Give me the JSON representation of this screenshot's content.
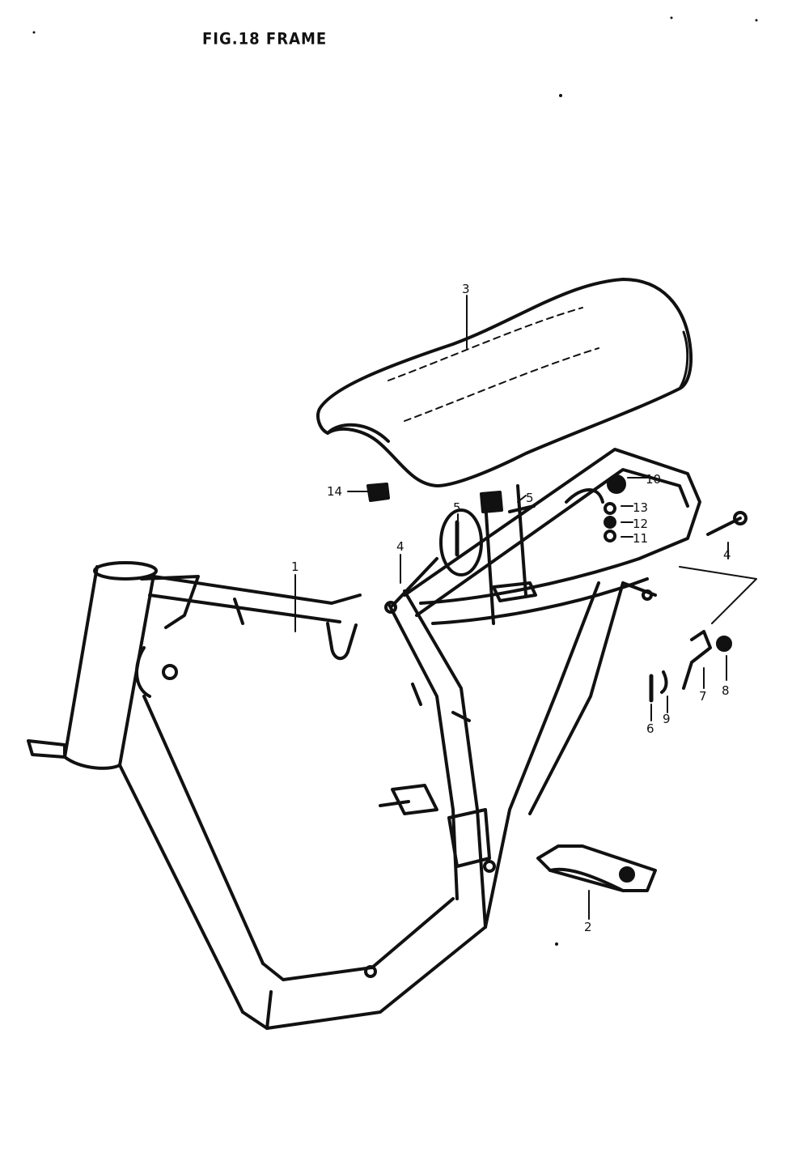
{
  "figure": {
    "title": "FIG.18 FRAME"
  },
  "callouts": {
    "c1": "1",
    "c2": "2",
    "c3": "3",
    "c4a": "4",
    "c4b": "4",
    "c5a": "5",
    "c5b": "5",
    "c6": "6",
    "c7": "7",
    "c8": "8",
    "c9": "9",
    "c10": "10",
    "c11": "11",
    "c12": "12",
    "c13": "13",
    "c14": "14"
  },
  "colors": {
    "ink": "#111111",
    "paper": "#ffffff"
  }
}
